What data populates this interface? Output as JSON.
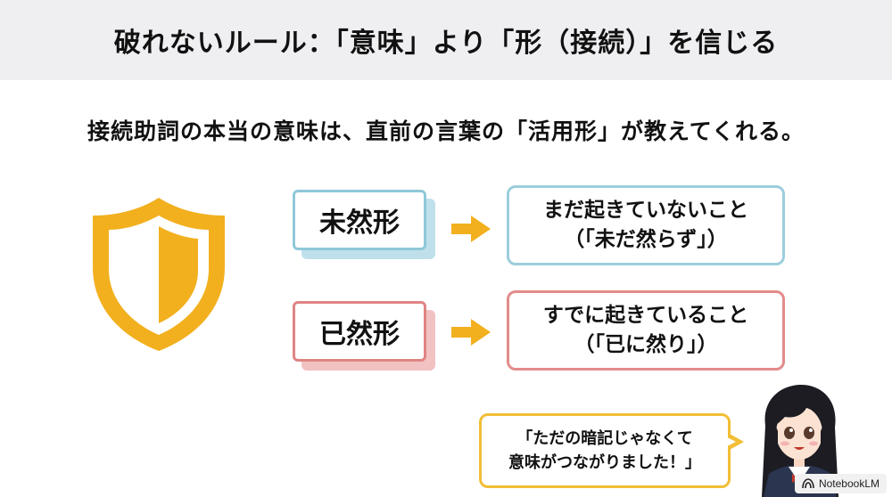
{
  "header": {
    "title": "破れないルール：「意味」より「形（接続）」を信じる"
  },
  "subtitle": "接続助詞の本当の意味は、直前の言葉の「活用形」が教えてくれる。",
  "rows": [
    {
      "form": "未然形",
      "meaning_line1": "まだ起きていないこと",
      "meaning_line2": "（「未だ然らず」）"
    },
    {
      "form": "已然形",
      "meaning_line1": "すでに起きていること",
      "meaning_line2": "（「已に然り」）"
    }
  ],
  "speech": {
    "line1": "「ただの暗記じゃなくて",
    "line2": "意味がつながりました！」"
  },
  "badge": {
    "label": "NotebookLM"
  },
  "icons": {
    "shield": "shield-icon",
    "arrow": "arrow-right-icon",
    "avatar": "student-avatar",
    "notebook": "notebooklm-logo-icon"
  },
  "colors": {
    "header_bg": "#efeff2",
    "accent_yellow": "#f2b01e",
    "mizen_blue": "#8fc8d9",
    "izen_red": "#e08484"
  }
}
